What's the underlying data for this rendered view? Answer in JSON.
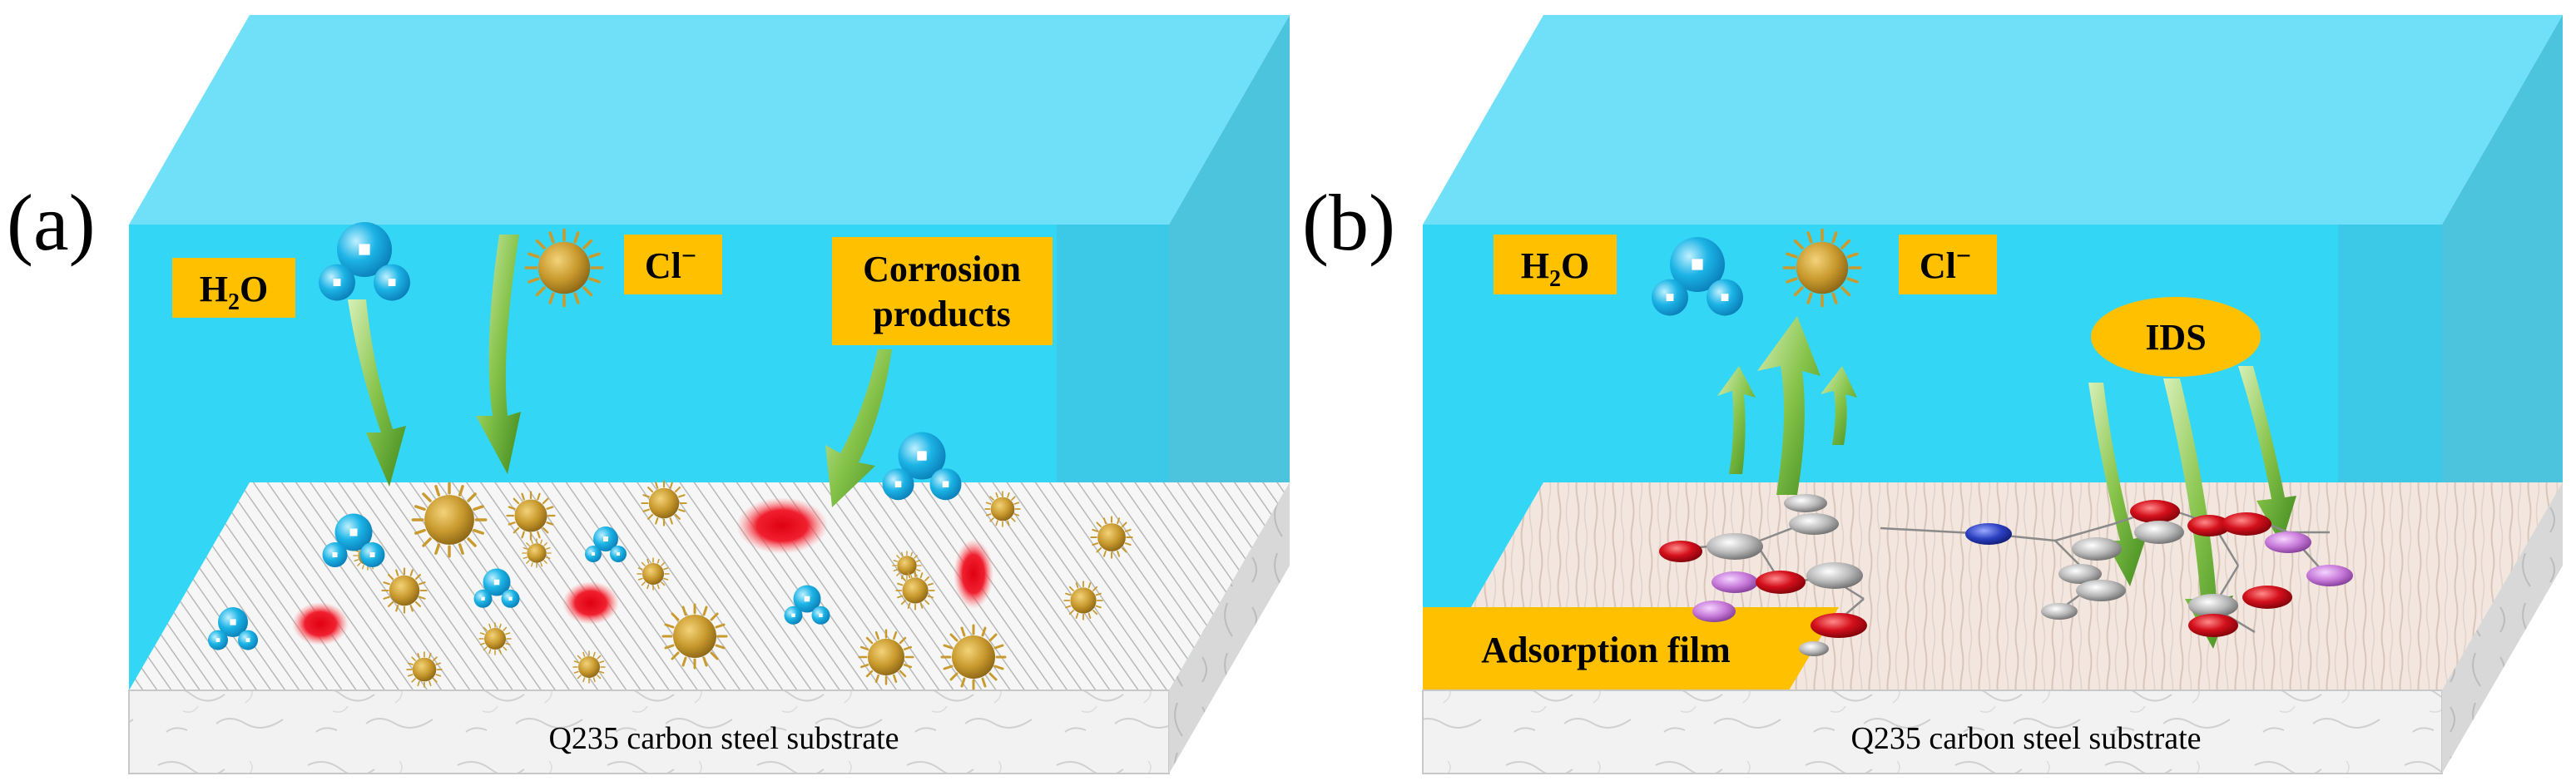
{
  "panels": [
    {
      "id": "a",
      "letter": "(a)",
      "labels": {
        "water": "H",
        "water_sub": "2",
        "water_tail": "O",
        "chloride": "Cl",
        "chloride_sup": "−",
        "corrosion_line1": "Corrosion",
        "corrosion_line2": "products"
      },
      "substrate": "Q235 carbon steel substrate"
    },
    {
      "id": "b",
      "letter": "(b)",
      "labels": {
        "water": "H",
        "water_sub": "2",
        "water_tail": "O",
        "chloride": "Cl",
        "chloride_sup": "−",
        "inhibitor": "IDS",
        "film": "Adsorption film"
      },
      "substrate": "Q235 carbon steel substrate"
    }
  ],
  "colors": {
    "solution_front": "#33d6f5",
    "solution_top": "#6fe0f8",
    "solution_side": "#4cc4de",
    "label_bg": "#ffc000",
    "arrow": "#7ac143",
    "chloride_ion": "#c99a2e",
    "water_molecule": "#1cb4e6",
    "corrosion_spot": "#e00010",
    "oxygen_atom": "#d4101c",
    "carbon_atom": "#a6a6a6",
    "nitrogen_atom": "#2b3fc0",
    "sulfur_atom": "#c678d8",
    "steel_surface_a": "#f4f4f4",
    "steel_surface_b": "#f2e6df"
  },
  "icons": [
    "water-molecule-icon",
    "chloride-ion-icon",
    "corrosion-spot-icon",
    "arrow-icon",
    "inhibitor-molecule-icon"
  ]
}
